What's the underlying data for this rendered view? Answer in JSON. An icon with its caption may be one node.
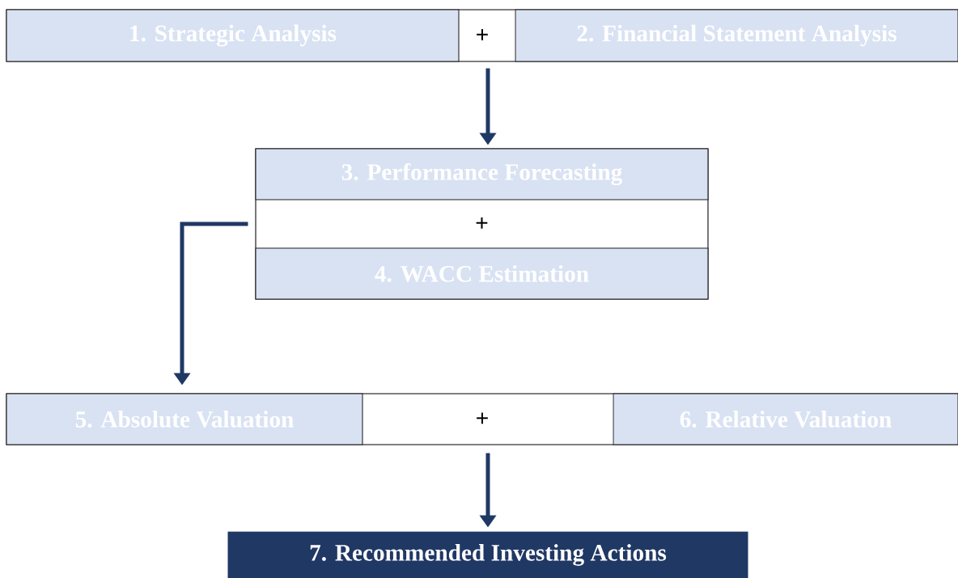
{
  "diagram": {
    "nodes": [
      {
        "text": [
          "+"
        ]
      },
      {
        "text": [
          "1. Strategic Analysis"
        ],
        "in": 0
      },
      {
        "text": [
          "2. Financial Statement Analysis"
        ],
        "in": 0
      },
      {
        "text": [
          "+"
        ]
      },
      {
        "text": [
          "3. Performance Forecasting"
        ],
        "in": 3
      },
      {
        "text": [
          "4. WACC Estimation"
        ],
        "in": 3
      },
      {
        "text": [
          "+"
        ]
      },
      {
        "text": [
          "5. Absolute Valuation"
        ],
        "in": 6
      },
      {
        "text": [
          "6. Relative Valuation"
        ],
        "in": 6
      },
      {
        "text": [
          "7. Recommended Investing Actions"
        ]
      }
    ],
    "edges": [
      {
        "from": 0,
        "to": 3,
        "arrow": "to"
      },
      {
        "from": 3,
        "to": 6,
        "arrow": "to"
      },
      {
        "from": 6,
        "to": 9,
        "arrow": "to"
      }
    ]
  }
}
